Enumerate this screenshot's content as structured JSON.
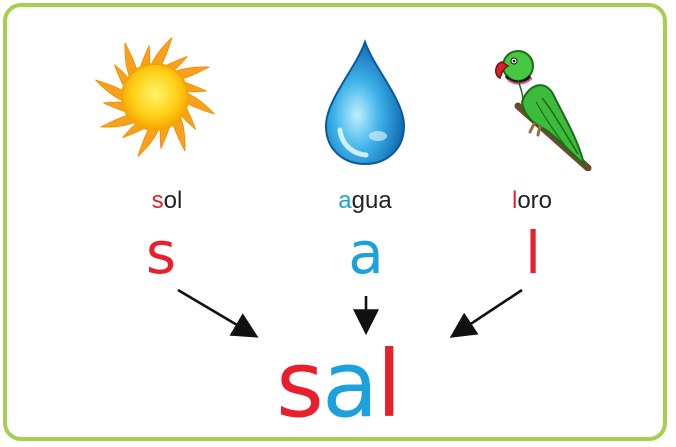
{
  "colors": {
    "border": "#a6cf4f",
    "red": "#e8202e",
    "blue": "#1da1dc",
    "text": "#222222"
  },
  "icons": [
    "sun-image",
    "water-drop-image",
    "parrot-image"
  ],
  "words": [
    {
      "first": "s",
      "rest": "ol",
      "color": "red"
    },
    {
      "first": "a",
      "rest": "gua",
      "color": "blue"
    },
    {
      "first": "l",
      "rest": "oro",
      "color": "red"
    }
  ],
  "letters": [
    "s",
    "a",
    "l"
  ],
  "result": [
    "s",
    "a",
    "l"
  ]
}
